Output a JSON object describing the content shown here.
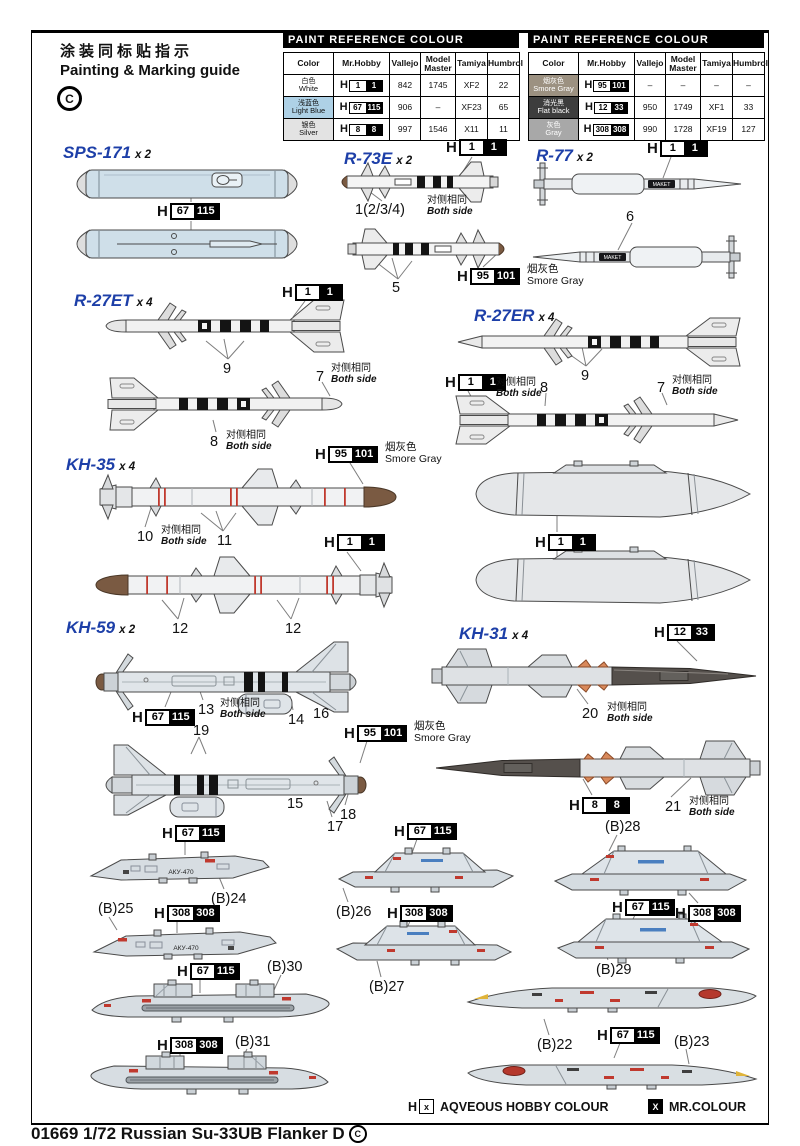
{
  "page": {
    "title_cn": "涂装同标贴指示",
    "title_en": "Painting & Marking guide",
    "corner_mark": "C",
    "footer_text": "01669 1/72 Russian Su-33UB Flanker D",
    "footer_mark": "C"
  },
  "legend": {
    "h_prefix": "H",
    "aqveous_box": "x",
    "aqveous_label": "AQVEOUS HOBBY COLOUR",
    "mr_box": "X",
    "mr_label": "MR.COLOUR"
  },
  "notes": {
    "both_cn": "对侧相同",
    "both_en": "Both side",
    "smore_cn": "烟灰色",
    "smore_en": "Smore Gray"
  },
  "chips": {
    "c1": {
      "a": "1",
      "b": "1"
    },
    "c67": {
      "a": "67",
      "b": "115"
    },
    "c95": {
      "a": "95",
      "b": "101"
    },
    "c8": {
      "a": "8",
      "b": "8"
    },
    "c12": {
      "a": "12",
      "b": "33"
    },
    "c308": {
      "a": "308",
      "b": "308"
    }
  },
  "colors": {
    "accent_blue": "#1d3fa8",
    "missile_body": "#f0f1f2",
    "pod_light_blue": "#cfdfe9",
    "brown_nose": "#7a5a42",
    "black_band": "#141414",
    "red_stripe": "#c0392e",
    "pylon_fill": "#d6dde2",
    "kh31_dark": "#55504c"
  },
  "paint_tables": [
    {
      "title": "PAINT  REFERENCE COLOUR",
      "columns": {
        "color": "Color",
        "mrhobby": "Mr.Hobby",
        "vallejo": "Vallejo",
        "mm": "Model Master",
        "tamiya": "Tamiya",
        "humbrol": "Humbrol"
      },
      "rows": [
        {
          "cn": "白色",
          "en": "White",
          "swatch": "#ffffff",
          "text": "#000000",
          "hobby_a": "1",
          "hobby_b": "1",
          "vallejo": "842",
          "mm": "1745",
          "tamiya": "XF2",
          "humbrol": "22"
        },
        {
          "cn": "浅蓝色",
          "en": "Light Blue",
          "swatch": "#aed1e6",
          "text": "#000000",
          "hobby_a": "67",
          "hobby_b": "115",
          "vallejo": "906",
          "mm": "–",
          "tamiya": "XF23",
          "humbrol": "65"
        },
        {
          "cn": "银色",
          "en": "Silver",
          "swatch": "#e3e3e3",
          "text": "#000000",
          "hobby_a": "8",
          "hobby_b": "8",
          "vallejo": "997",
          "mm": "1546",
          "tamiya": "X11",
          "humbrol": "11"
        }
      ]
    },
    {
      "title": "PAINT  REFERENCE COLOUR",
      "columns": {
        "color": "Color",
        "mrhobby": "Mr.Hobby",
        "vallejo": "Vallejo",
        "mm": "Model Master",
        "tamiya": "Tamiya",
        "humbrol": "Humbrol"
      },
      "rows": [
        {
          "cn": "烟灰色",
          "en": "Smore Gray",
          "swatch": "#9c9181",
          "text": "#ffffff",
          "hobby_a": "95",
          "hobby_b": "101",
          "vallejo": "–",
          "mm": "–",
          "tamiya": "–",
          "humbrol": "–"
        },
        {
          "cn": "消光黑",
          "en": "Flat black",
          "swatch": "#3d3d3d",
          "text": "#ffffff",
          "hobby_a": "12",
          "hobby_b": "33",
          "vallejo": "950",
          "mm": "1749",
          "tamiya": "XF1",
          "humbrol": "33"
        },
        {
          "cn": "灰色",
          "en": "Gray",
          "swatch": "#a8a8a8",
          "text": "#ffffff",
          "hobby_a": "308",
          "hobby_b": "308",
          "vallejo": "990",
          "mm": "1728",
          "tamiya": "XF19",
          "humbrol": "127"
        }
      ]
    }
  ],
  "sections": {
    "sps171": {
      "name": "SPS-171",
      "qty": "x 2"
    },
    "r73e": {
      "name": "R-73E",
      "qty": "x 2",
      "c1": "1(2/3/4)",
      "c5": "5"
    },
    "r77": {
      "name": "R-77",
      "qty": "x 2",
      "c6": "6",
      "maket": "MAKET"
    },
    "r27et": {
      "name": "R-27ET",
      "qty": "x 4",
      "c9": "9",
      "c7": "7",
      "c8": "8"
    },
    "r27er": {
      "name": "R-27ER",
      "qty": "x 4",
      "c9": "9",
      "c8": "8",
      "c7": "7"
    },
    "kh35": {
      "name": "KH-35",
      "qty": "x 4",
      "c10": "10",
      "c11": "11",
      "c12a": "12",
      "c12b": "12"
    },
    "kh59": {
      "name": "KH-59",
      "qty": "x 2",
      "c13": "13",
      "c14": "14",
      "c15": "15",
      "c16": "16",
      "c17": "17",
      "c18": "18",
      "c19": "19"
    },
    "kh31": {
      "name": "KH-31",
      "qty": "x 4",
      "c20": "20",
      "c21": "21"
    },
    "pylons": {
      "aku": "АКУ-470",
      "b22": "(B)22",
      "b23": "(B)23",
      "b24": "(B)24",
      "b25": "(B)25",
      "b26": "(B)26",
      "b27": "(B)27",
      "b28": "(B)28",
      "b29": "(B)29",
      "b30": "(B)30",
      "b31": "(B)31"
    }
  }
}
